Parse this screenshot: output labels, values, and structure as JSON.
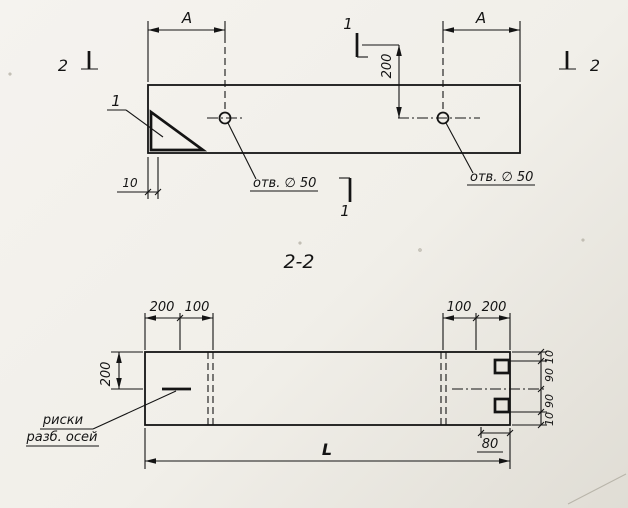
{
  "drawing": {
    "background": "#f1efe9",
    "ink": "#141414",
    "plan": {
      "section_a_left": "А",
      "section_a_right": "А",
      "cut_2_left": "2",
      "cut_2_right": "2",
      "cut_1_top": "1",
      "cut_1_bottom": "1",
      "detail_1": "1",
      "dim_200_vert": "200",
      "dim_10": "10",
      "hole_left_label": "отв. ∅ 50",
      "hole_right_label": "отв. ∅ 50"
    },
    "section": {
      "title": "2-2",
      "top_left_dims": [
        "200",
        "100"
      ],
      "top_right_dims": [
        "100",
        "200"
      ],
      "left_dim": "200",
      "right_dims": [
        "10",
        "90",
        "90",
        "10"
      ],
      "length_label": "L",
      "dim_80": "80",
      "note": [
        "риски",
        "разб. осей"
      ]
    }
  }
}
